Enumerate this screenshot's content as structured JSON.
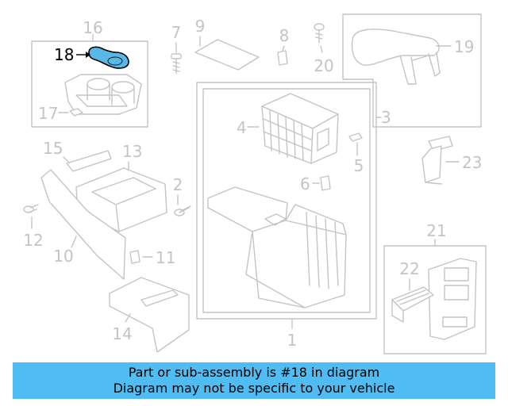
{
  "callouts": {
    "c1": "1",
    "c2": "2",
    "c3": "3",
    "c4": "4",
    "c5": "5",
    "c6": "6",
    "c7": "7",
    "c8": "8",
    "c9": "9",
    "c10": "10",
    "c11": "11",
    "c12": "12",
    "c13": "13",
    "c14": "14",
    "c15": "15",
    "c16": "16",
    "c17": "17",
    "c18": "18",
    "c19": "19",
    "c20": "20",
    "c21": "21",
    "c22": "22",
    "c23": "23"
  },
  "highlight": {
    "part": "18",
    "color": "#58b8e8"
  },
  "colors": {
    "line": "#c4c4c4",
    "banner": "#4fbcf4",
    "highlight_text": "#000000"
  },
  "banner": {
    "line1": "Part or sub-assembly is #18 in diagram",
    "line2": "Diagram may not be specific to your vehicle"
  }
}
